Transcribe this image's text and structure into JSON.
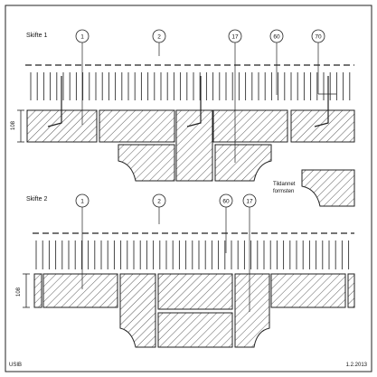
{
  "sections": [
    {
      "title": "Skifte 1",
      "dimension": "108"
    },
    {
      "title": "Skifte 2",
      "dimension": "108"
    }
  ],
  "callouts_top": [
    "1",
    "2",
    "17",
    "60",
    "70"
  ],
  "callouts_bottom": [
    "1",
    "2",
    "60",
    "17"
  ],
  "side_note": {
    "line1": "Tildannet",
    "line2": "formsten"
  },
  "footer": {
    "left": "USIB",
    "right": "1.2.2013"
  }
}
